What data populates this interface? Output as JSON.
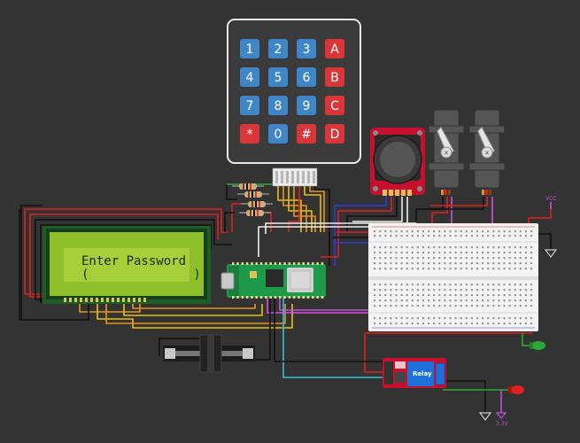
{
  "keypad": {
    "keys": [
      [
        "1",
        "2",
        "3",
        "A"
      ],
      [
        "4",
        "5",
        "6",
        "B"
      ],
      [
        "7",
        "8",
        "9",
        "C"
      ],
      [
        "*",
        "0",
        "#",
        "D"
      ]
    ],
    "colors": {
      "body": "#3b3b3b",
      "numeric": "#3f86c8",
      "letter": "#d9363a",
      "frame": "#e8e8e8"
    }
  },
  "lcd": {
    "line1": "Enter Password",
    "line2": "(              )",
    "colors": {
      "screen": "#8fbf2a",
      "text_bg": "#a7cf3a",
      "text": "#1e2a08",
      "frame": "#1f5d27"
    }
  },
  "breadboard": {
    "color": "#f3f3f3"
  },
  "joystick": {
    "board_color": "#c8102e"
  },
  "relay": {
    "label": "Relay",
    "board_color": "#c8102e",
    "relay_color": "#1e6fd9"
  },
  "labels": {
    "vcc": "VCC",
    "gnd_hint": "3.3V"
  },
  "wire_colors": {
    "red": "#e0201c",
    "black": "#111111",
    "orange": "#e8951c",
    "yellow": "#e8c20f",
    "white": "#f0f0f0",
    "blue": "#2b3fd9",
    "cyan": "#2fc2d9",
    "green": "#2fa83a",
    "violet": "#c054d9",
    "magenta": "#d94fd9"
  }
}
